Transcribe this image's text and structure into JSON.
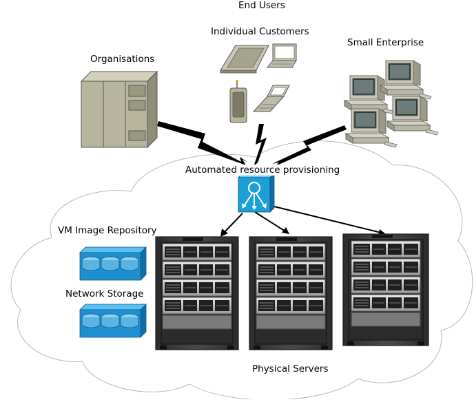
{
  "diagram": {
    "end_users_label": "End Users",
    "individual_customers_label": "Individual Customers",
    "organisations_label": "Organisations",
    "small_enterprise_label": "Small Enterprise",
    "provisioning_label": "Automated resource provisioning",
    "vm_repo_label": "VM Image Repository",
    "network_storage_label": "Network Storage",
    "physical_servers_label": "Physical Servers"
  },
  "colors": {
    "cloud_stroke": "#a9c0b8",
    "storage_blue": "#1e8fd0",
    "router_blue": "#1a9fd8",
    "rack_frame": "#3a3a3a",
    "mainframe_beige": "#b7b59c",
    "device_olive": "#b8b59a"
  },
  "icons": [
    "mainframe-icon",
    "laptop-icon",
    "pda-icon",
    "phone-icon",
    "desktop-computer-icon",
    "router-icon",
    "storage-array-icon",
    "server-rack-icon",
    "lightning-bolt-icon"
  ]
}
